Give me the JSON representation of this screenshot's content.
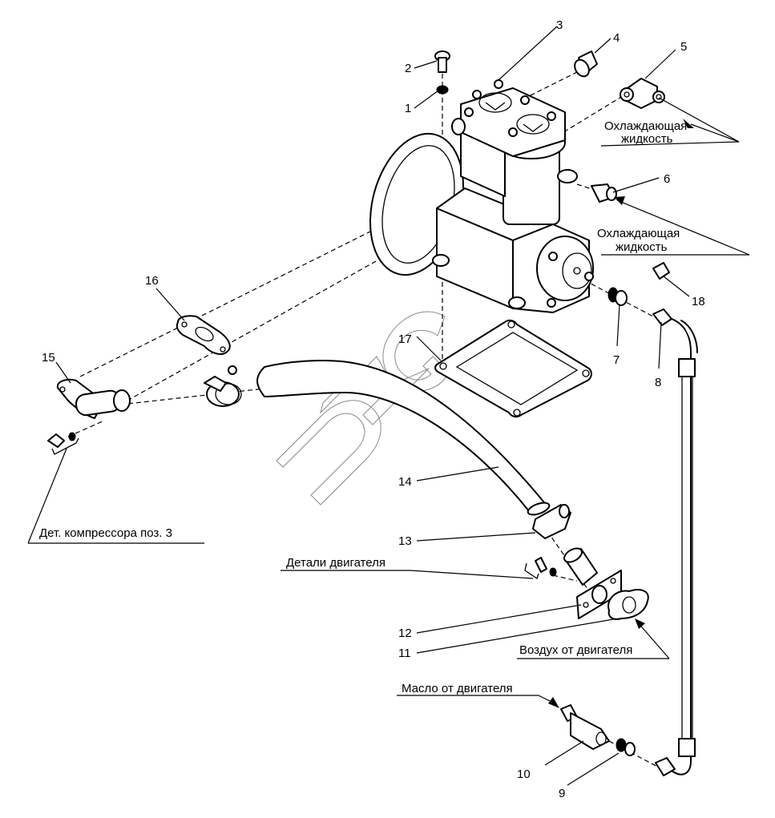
{
  "diagram": {
    "title": "Compressor installation exploded view",
    "watermark": "UMG",
    "colors": {
      "line": "#000000",
      "background": "#ffffff",
      "watermark": "#8a8a8a"
    },
    "part_labels": [
      {
        "id": "1",
        "text": "1"
      },
      {
        "id": "2",
        "text": "2"
      },
      {
        "id": "3",
        "text": "3"
      },
      {
        "id": "4",
        "text": "4"
      },
      {
        "id": "5",
        "text": "5"
      },
      {
        "id": "6",
        "text": "6"
      },
      {
        "id": "7",
        "text": "7"
      },
      {
        "id": "8",
        "text": "8"
      },
      {
        "id": "9",
        "text": "9"
      },
      {
        "id": "10",
        "text": "10"
      },
      {
        "id": "11",
        "text": "11"
      },
      {
        "id": "12",
        "text": "12"
      },
      {
        "id": "13",
        "text": "13"
      },
      {
        "id": "14",
        "text": "14"
      },
      {
        "id": "15",
        "text": "15"
      },
      {
        "id": "16",
        "text": "16"
      },
      {
        "id": "17",
        "text": "17"
      },
      {
        "id": "18",
        "text": "18"
      }
    ],
    "annotations": {
      "coolant_top_line1": "Охлаждающая",
      "coolant_top_line2": "жидкость",
      "coolant_mid_line1": "Охлаждающая",
      "coolant_mid_line2": "жидкость",
      "compressor_parts": "Дет. компрессора поз. 3",
      "engine_parts": "Детали двигателя",
      "air_from_engine": "Воздух от двигателя",
      "oil_from_engine": "Масло от двигателя"
    }
  }
}
